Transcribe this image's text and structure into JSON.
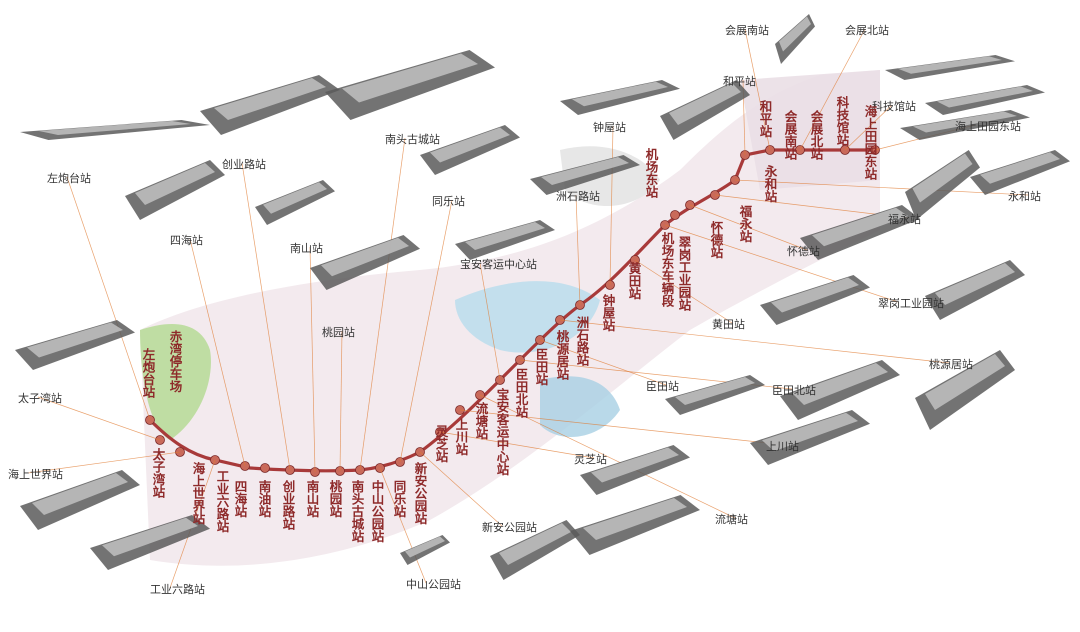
{
  "stations": [
    {
      "id": "zuopaotai",
      "name": "左炮台站",
      "callout": "左炮台站",
      "vertical": "左炮台站"
    },
    {
      "id": "taiziwan",
      "name": "太子湾站",
      "callout": "太子湾站",
      "vertical": "太子湾站"
    },
    {
      "id": "haishangshijie",
      "name": "海上世界站",
      "callout": "海上世界站",
      "vertical": "海上世界站"
    },
    {
      "id": "gongyeliulu",
      "name": "工业六路站",
      "callout": "工业六路站",
      "vertical": "工业六路站"
    },
    {
      "id": "sihai",
      "name": "四海站",
      "callout": "四海站",
      "vertical": "四海站"
    },
    {
      "id": "nanyou",
      "name": "南油站",
      "callout": "",
      "vertical": "南油站"
    },
    {
      "id": "chuangyelu",
      "name": "创业路站",
      "callout": "创业路站",
      "vertical": "创业路站"
    },
    {
      "id": "nanshan",
      "name": "南山站",
      "callout": "南山站",
      "vertical": "南山站"
    },
    {
      "id": "taoyuan",
      "name": "桃园站",
      "callout": "桃园站",
      "vertical": "桃园站"
    },
    {
      "id": "nantouguchang",
      "name": "南头古城站",
      "callout": "南头古城站",
      "vertical": "南头古城站"
    },
    {
      "id": "zhongshangongyuan",
      "name": "中山公园站",
      "callout": "中山公园站",
      "vertical": "中山公园站"
    },
    {
      "id": "tongle",
      "name": "同乐站",
      "callout": "同乐站",
      "vertical": "同乐站"
    },
    {
      "id": "xinangongyuan",
      "name": "新安公园站",
      "callout": "新安公园站",
      "vertical": "新安公园站"
    },
    {
      "id": "lingzhi",
      "name": "灵芝站",
      "callout": "灵芝站",
      "vertical": "灵芝站"
    },
    {
      "id": "shangchuan",
      "name": "上川站",
      "callout": "上川站",
      "vertical": "上川站"
    },
    {
      "id": "liutang",
      "name": "流塘站",
      "callout": "流塘站",
      "vertical": "流塘站"
    },
    {
      "id": "baoankeyun",
      "name": "宝安客运中心站",
      "callout": "宝安客运中心站",
      "vertical": "宝安客运中心站"
    },
    {
      "id": "chentianbei",
      "name": "臣田北站",
      "callout": "臣田北站",
      "vertical": "臣田北站"
    },
    {
      "id": "chentian",
      "name": "臣田站",
      "callout": "臣田站",
      "vertical": "臣田站"
    },
    {
      "id": "taoyuanju",
      "name": "桃源居站",
      "callout": "桃源居站",
      "vertical": "桃源居站"
    },
    {
      "id": "zhoushilu",
      "name": "洲石路站",
      "callout": "洲石路站",
      "vertical": "洲石路站"
    },
    {
      "id": "zhongwu",
      "name": "钟屋站",
      "callout": "钟屋站",
      "vertical": "钟屋站"
    },
    {
      "id": "huangtian",
      "name": "黄田站",
      "callout": "黄田站",
      "vertical": "黄田站"
    },
    {
      "id": "cuigang",
      "name": "翠岗工业园站",
      "callout": "翠岗工业园站",
      "vertical": "翠岗工业园站"
    },
    {
      "id": "huaide",
      "name": "怀德站",
      "callout": "怀德站",
      "vertical": "怀德站"
    },
    {
      "id": "fuyong",
      "name": "福永站",
      "callout": "福永站",
      "vertical": "福永站"
    },
    {
      "id": "jichangdong",
      "name": "机场东站",
      "callout": "",
      "vertical": "机场东站"
    },
    {
      "id": "yonghe",
      "name": "永和站",
      "callout": "永和站",
      "vertical": "永和站"
    },
    {
      "id": "heping",
      "name": "和平站",
      "callout": "和平站",
      "vertical": "和平站"
    },
    {
      "id": "huizhannan",
      "name": "会展南站",
      "callout": "会展南站",
      "vertical": "会展南站"
    },
    {
      "id": "huizhanbei",
      "name": "会展北站",
      "callout": "会展北站",
      "vertical": "会展北站"
    },
    {
      "id": "kejiguan",
      "name": "科技馆站",
      "callout": "科技馆站",
      "vertical": "科技馆站"
    },
    {
      "id": "haishangtianyuandong",
      "name": "海上田园东站",
      "callout": "海上田园东站",
      "vertical": "海上田园东站"
    }
  ],
  "depot": {
    "vertical": "赤湾停车场"
  },
  "depot2": {
    "vertical": "机场东车辆段"
  },
  "colors": {
    "line": "#a83a3a",
    "station": "#c96a5a",
    "callout": "#e07a30",
    "park": "#9fcf7a",
    "water": "#a9d6e8",
    "urban": "#f1e7ec"
  }
}
